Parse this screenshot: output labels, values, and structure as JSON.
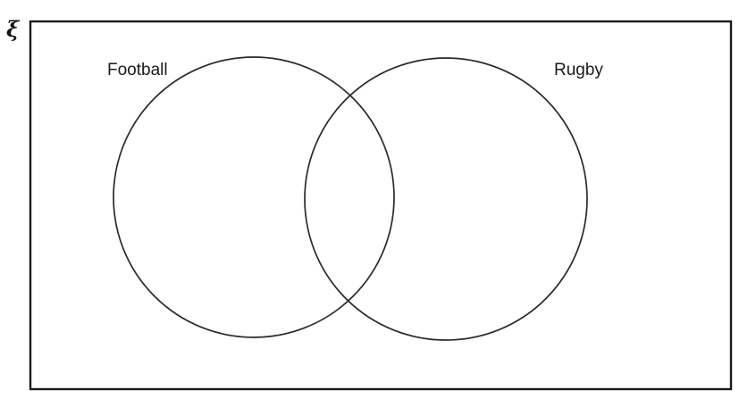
{
  "diagram": {
    "type": "venn",
    "universal_set_symbol": "ξ",
    "stroke_color": "#1f1f1f",
    "background_color": "#ffffff",
    "sets": [
      {
        "label": "Football"
      },
      {
        "label": "Rugby"
      }
    ],
    "relationship": "overlapping"
  }
}
